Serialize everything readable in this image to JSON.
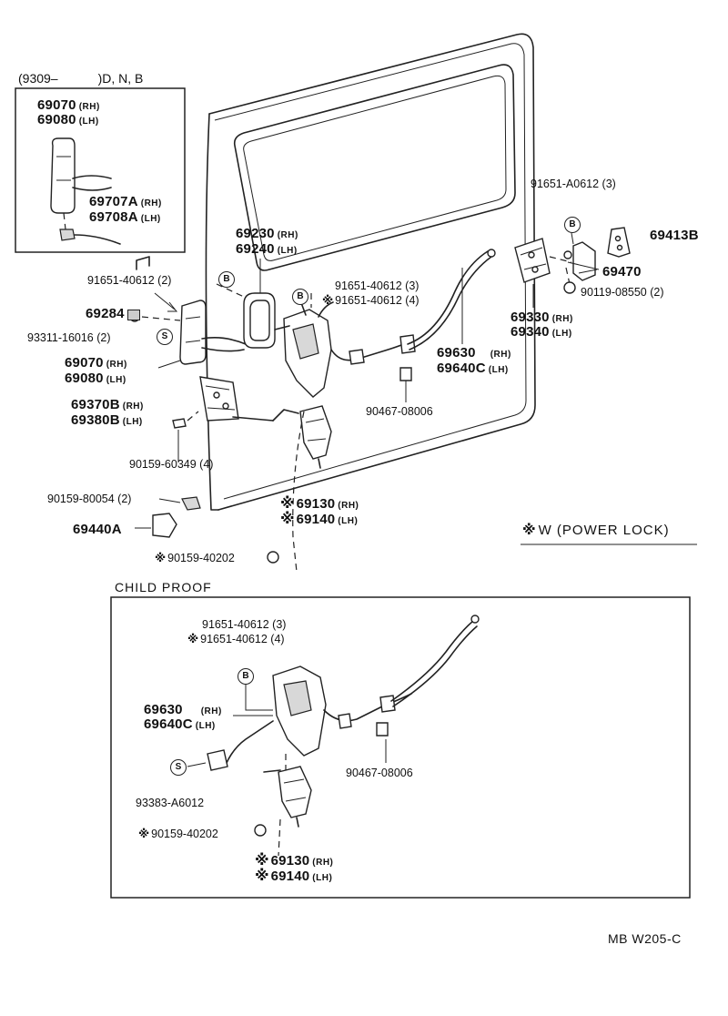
{
  "inset_top": {
    "title_prefix": "(9309–",
    "title_suffix": ")D, N, B",
    "items": [
      {
        "pn": "69070",
        "side": "(RH)"
      },
      {
        "pn": "69080",
        "side": "(LH)"
      },
      {
        "pn": "69707A",
        "side": "(RH)"
      },
      {
        "pn": "69708A",
        "side": "(LH)"
      }
    ]
  },
  "labels": {
    "bolt_b_left": "91651-40612 (2)",
    "tag_b": "B",
    "tag_s": "S",
    "p69284": "69284",
    "screw_s": "93311-16016 (2)",
    "handle_in_rh": "69070",
    "handle_in_lh": "69080",
    "rh": "(RH)",
    "lh": "(LH)",
    "handle_out_rh": "69230",
    "handle_out_lh": "69240",
    "bolt_b_mid_1": "91651-40612 (3)",
    "bolt_b_mid_2": "91651-40612 (4)",
    "asterisk": "※",
    "remote_rh": "69370B",
    "remote_lh": "69380B",
    "screw_4": "90159-60349 (4)",
    "screw_2": "90159-80054 (2)",
    "p69440A": "69440A",
    "screw_pl": "90159-40202",
    "actuator_rh": "69130",
    "actuator_lh": "69140",
    "clip": "90467-08006",
    "lock_rh": "69630",
    "lock_lh": "69640C",
    "bolt_top": "91651-A0612 (3)",
    "p69413B": "69413B",
    "p69470": "69470",
    "bolt_90119": "90119-08550 (2)",
    "striker_rh": "69330",
    "striker_lh": "69340",
    "legend": "W (POWER  LOCK)"
  },
  "child_proof": {
    "title": "CHILD PROOF",
    "bolt_1": "91651-40612 (3)",
    "bolt_2": "91651-40612 (4)",
    "lock_rh": "69630",
    "lock_lh": "69640C",
    "clip": "90467-08006",
    "screw_s": "93383-A6012",
    "screw_pl": "90159-40202",
    "actuator_rh": "69130",
    "actuator_lh": "69140"
  },
  "footer_code": "MB  W205-C"
}
